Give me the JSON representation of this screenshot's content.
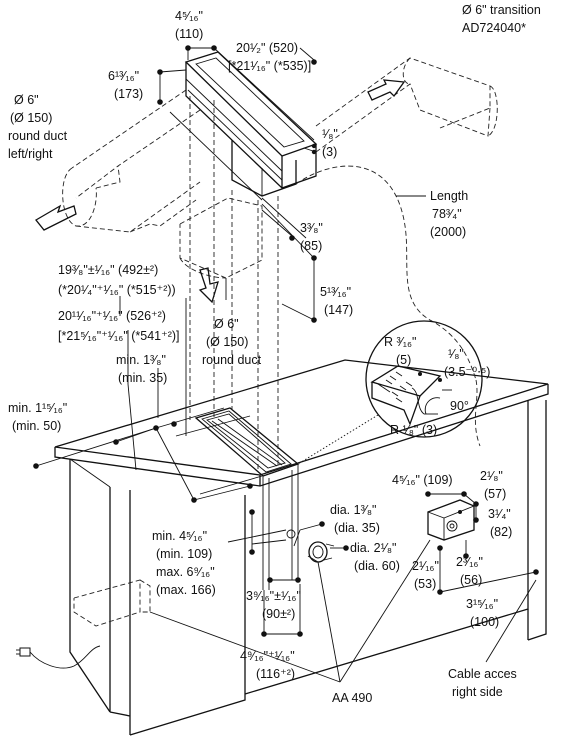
{
  "labels": {
    "transition_top": "Ø 6\" transition",
    "transition_model": "AD724040*",
    "w_top_frac": "4⁵⁄₁₆\"",
    "w_top_mm": "(110)",
    "len_top": "20¹⁄₂\" (520)",
    "len_top_alt": "[*21¹⁄₁₆\" (*535)]",
    "height_frac": "6¹³⁄₁₆\"",
    "height_mm": "(173)",
    "duct_lr_1": "Ø 6\"",
    "duct_lr_2": "(Ø 150)",
    "duct_lr_3": "round duct",
    "duct_lr_4": "left/right",
    "eighth_frac": "¹⁄₈\"",
    "eighth_mm": "(3)",
    "length_1": "Length",
    "length_2": "78³⁄₄\"",
    "length_3": "(2000)",
    "d338_frac": "3³⁄₈\"",
    "d338_mm": "(85)",
    "d51316_frac": "5¹³⁄₁₆\"",
    "d51316_mm": "(147)",
    "cut1_a": "19³⁄₈\"±¹⁄₁₆\" (492±²)",
    "cut1_b": "(*20¹⁄₄\"⁺¹⁄₁₆\" (*515⁺²))",
    "cut2_a": "20¹¹⁄₁₆\"⁺¹⁄₁₆\" (526⁺²)",
    "cut2_b": "[*21⁵⁄₁₆\"⁺¹⁄₁₆\" (*541⁺²)]",
    "min138_a": "min. 1³⁄₈\"",
    "min138_b": "(min. 35)",
    "duct_down_1": "Ø 6\"",
    "duct_down_2": "(Ø 150)",
    "duct_down_3": "round duct",
    "r316_a": "R ³⁄₁₆\"",
    "r316_b": "(5)",
    "r18_a": "¹⁄₈\"",
    "r18_b": "(3.5⁻⁰⋅⁵)",
    "angle": "90°",
    "r18_bottom": "R ¹⁄₈\" (3)",
    "min11516_a": "min. 1¹⁵⁄₁₆\"",
    "min11516_b": "(min. 50)",
    "box_w_frac": "4⁵⁄₁₆\" (109)",
    "box_218_a": "2¹⁄₈\"",
    "box_218_b": "(57)",
    "box_314_a": "3¹⁄₄\"",
    "box_314_b": "(82)",
    "box_2116_a": "2¹⁄₁₆\"",
    "box_2116_b": "(53)",
    "box_2316_a": "2³⁄₁₆\"",
    "box_2316_b": "(56)",
    "dia138_a": "dia. 1³⁄₈\"",
    "dia138_b": "(dia. 35)",
    "dia218_a": "dia. 2¹⁄₈\"",
    "dia218_b": "(dia. 60)",
    "min4516_a": "min. 4⁵⁄₁₆\"",
    "min4516_b": "(min. 109)",
    "max6916_a": "max. 6⁹⁄₁₆\"",
    "max6916_b": "(max. 166)",
    "d3916_a": "3⁹⁄₁₆\"±¹⁄₁₆\"",
    "d3916_b": "(90±²)",
    "d31516_a": "3¹⁵⁄₁₆\"",
    "d31516_b": "(100)",
    "d4916_a": "4⁹⁄₁₆\"⁺¹⁄₁₆\"",
    "d4916_b": "(116⁺²)",
    "cable_1": "Cable acces",
    "cable_2": "right side",
    "aa490": "AA 490"
  }
}
